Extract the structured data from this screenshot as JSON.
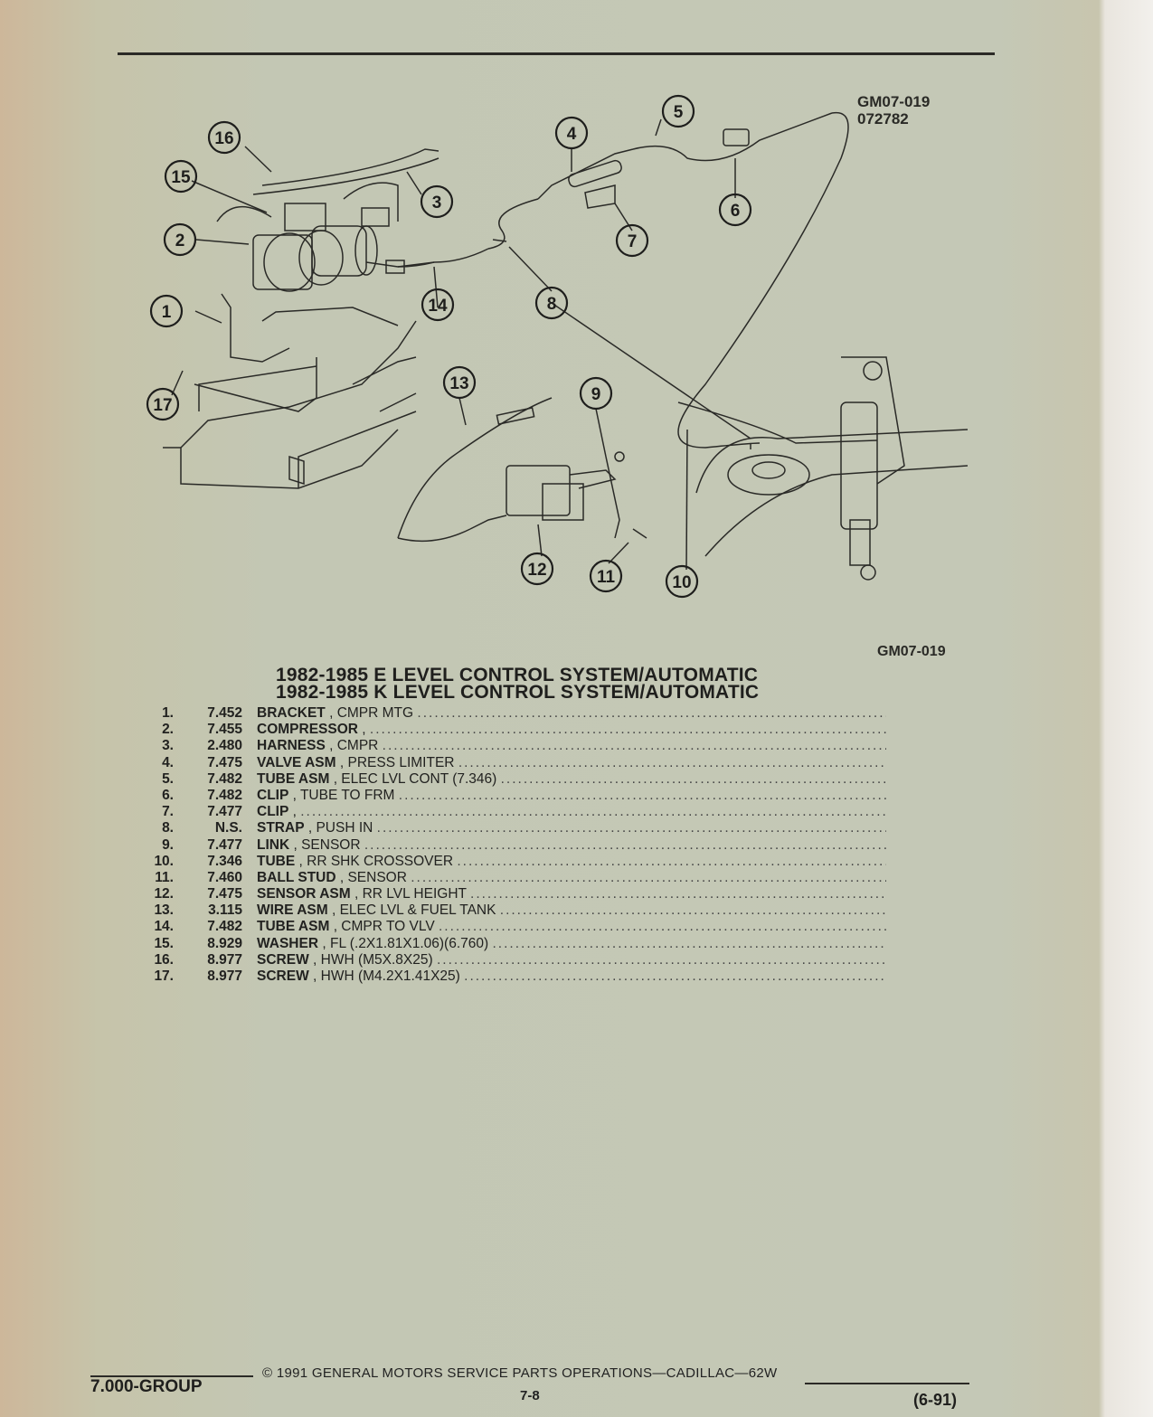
{
  "figure": {
    "code": "GM07-019",
    "date_code": "072782",
    "code_bottom": "GM07-019",
    "callouts": [
      "1",
      "2",
      "3",
      "4",
      "5",
      "6",
      "7",
      "8",
      "9",
      "10",
      "11",
      "12",
      "13",
      "14",
      "15",
      "16",
      "17"
    ]
  },
  "titles": [
    "1982-1985 E LEVEL CONTROL SYSTEM/AUTOMATIC",
    "1982-1985 K LEVEL CONTROL SYSTEM/AUTOMATIC"
  ],
  "parts": [
    {
      "no": "1.",
      "group": "7.452",
      "name": "BRACKET",
      "desc": ", CMPR MTG"
    },
    {
      "no": "2.",
      "group": "7.455",
      "name": "COMPRESSOR",
      "desc": ","
    },
    {
      "no": "3.",
      "group": "2.480",
      "name": "HARNESS",
      "desc": ", CMPR"
    },
    {
      "no": "4.",
      "group": "7.475",
      "name": "VALVE ASM",
      "desc": ", PRESS LIMITER"
    },
    {
      "no": "5.",
      "group": "7.482",
      "name": "TUBE ASM",
      "desc": ", ELEC LVL CONT (7.346)"
    },
    {
      "no": "6.",
      "group": "7.482",
      "name": "CLIP",
      "desc": ", TUBE TO FRM"
    },
    {
      "no": "7.",
      "group": "7.477",
      "name": "CLIP",
      "desc": ","
    },
    {
      "no": "8.",
      "group": "N.S.",
      "name": "STRAP",
      "desc": ", PUSH IN"
    },
    {
      "no": "9.",
      "group": "7.477",
      "name": "LINK",
      "desc": ", SENSOR"
    },
    {
      "no": "10.",
      "group": "7.346",
      "name": "TUBE",
      "desc": ", RR SHK CROSSOVER"
    },
    {
      "no": "11.",
      "group": "7.460",
      "name": "BALL STUD",
      "desc": ", SENSOR"
    },
    {
      "no": "12.",
      "group": "7.475",
      "name": "SENSOR ASM",
      "desc": ", RR LVL HEIGHT"
    },
    {
      "no": "13.",
      "group": "3.115",
      "name": "WIRE ASM",
      "desc": ", ELEC LVL & FUEL TANK"
    },
    {
      "no": "14.",
      "group": "7.482",
      "name": "TUBE ASM",
      "desc": ", CMPR TO VLV"
    },
    {
      "no": "15.",
      "group": "8.929",
      "name": "WASHER",
      "desc": ", FL (.2X1.81X1.06)(6.760)"
    },
    {
      "no": "16.",
      "group": "8.977",
      "name": "SCREW",
      "desc": ", HWH (M5X.8X25)"
    },
    {
      "no": "17.",
      "group": "8.977",
      "name": "SCREW",
      "desc": ", HWH (M4.2X1.41X25)"
    }
  ],
  "footer": {
    "group": "7.000-GROUP",
    "copyright": "© 1991 GENERAL MOTORS SERVICE PARTS OPERATIONS—CADILLAC—62W",
    "page": "7-8",
    "revision": "(6-91)"
  }
}
